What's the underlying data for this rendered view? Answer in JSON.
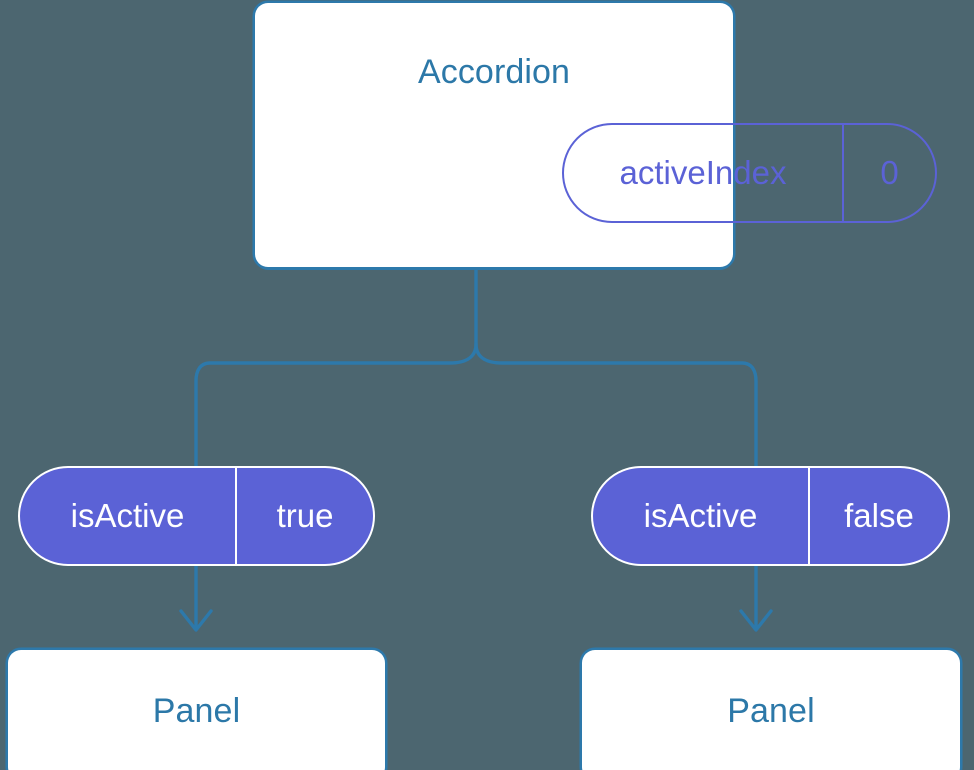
{
  "background_color": "#4c6670",
  "colors": {
    "canvas": "#4c6670",
    "component_border": "#2d79ab",
    "component_title": "#2c78a8",
    "prop_accent": "#5b62d6",
    "prop_filled_text": "#ffffff",
    "connector": "#2d79ab",
    "component_fill": "#ffffff"
  },
  "diagram": {
    "type": "component-tree",
    "root": {
      "name": "accordion-component",
      "title": "Accordion",
      "state": {
        "key": "activeIndex",
        "value": "0"
      }
    },
    "branches": [
      {
        "name": "branch-left",
        "prop": {
          "key": "isActive",
          "value": "true"
        },
        "child": {
          "name": "panel-component-left",
          "title": "Panel"
        }
      },
      {
        "name": "branch-right",
        "prop": {
          "key": "isActive",
          "value": "false"
        },
        "child": {
          "name": "panel-component-right",
          "title": "Panel"
        }
      }
    ]
  }
}
